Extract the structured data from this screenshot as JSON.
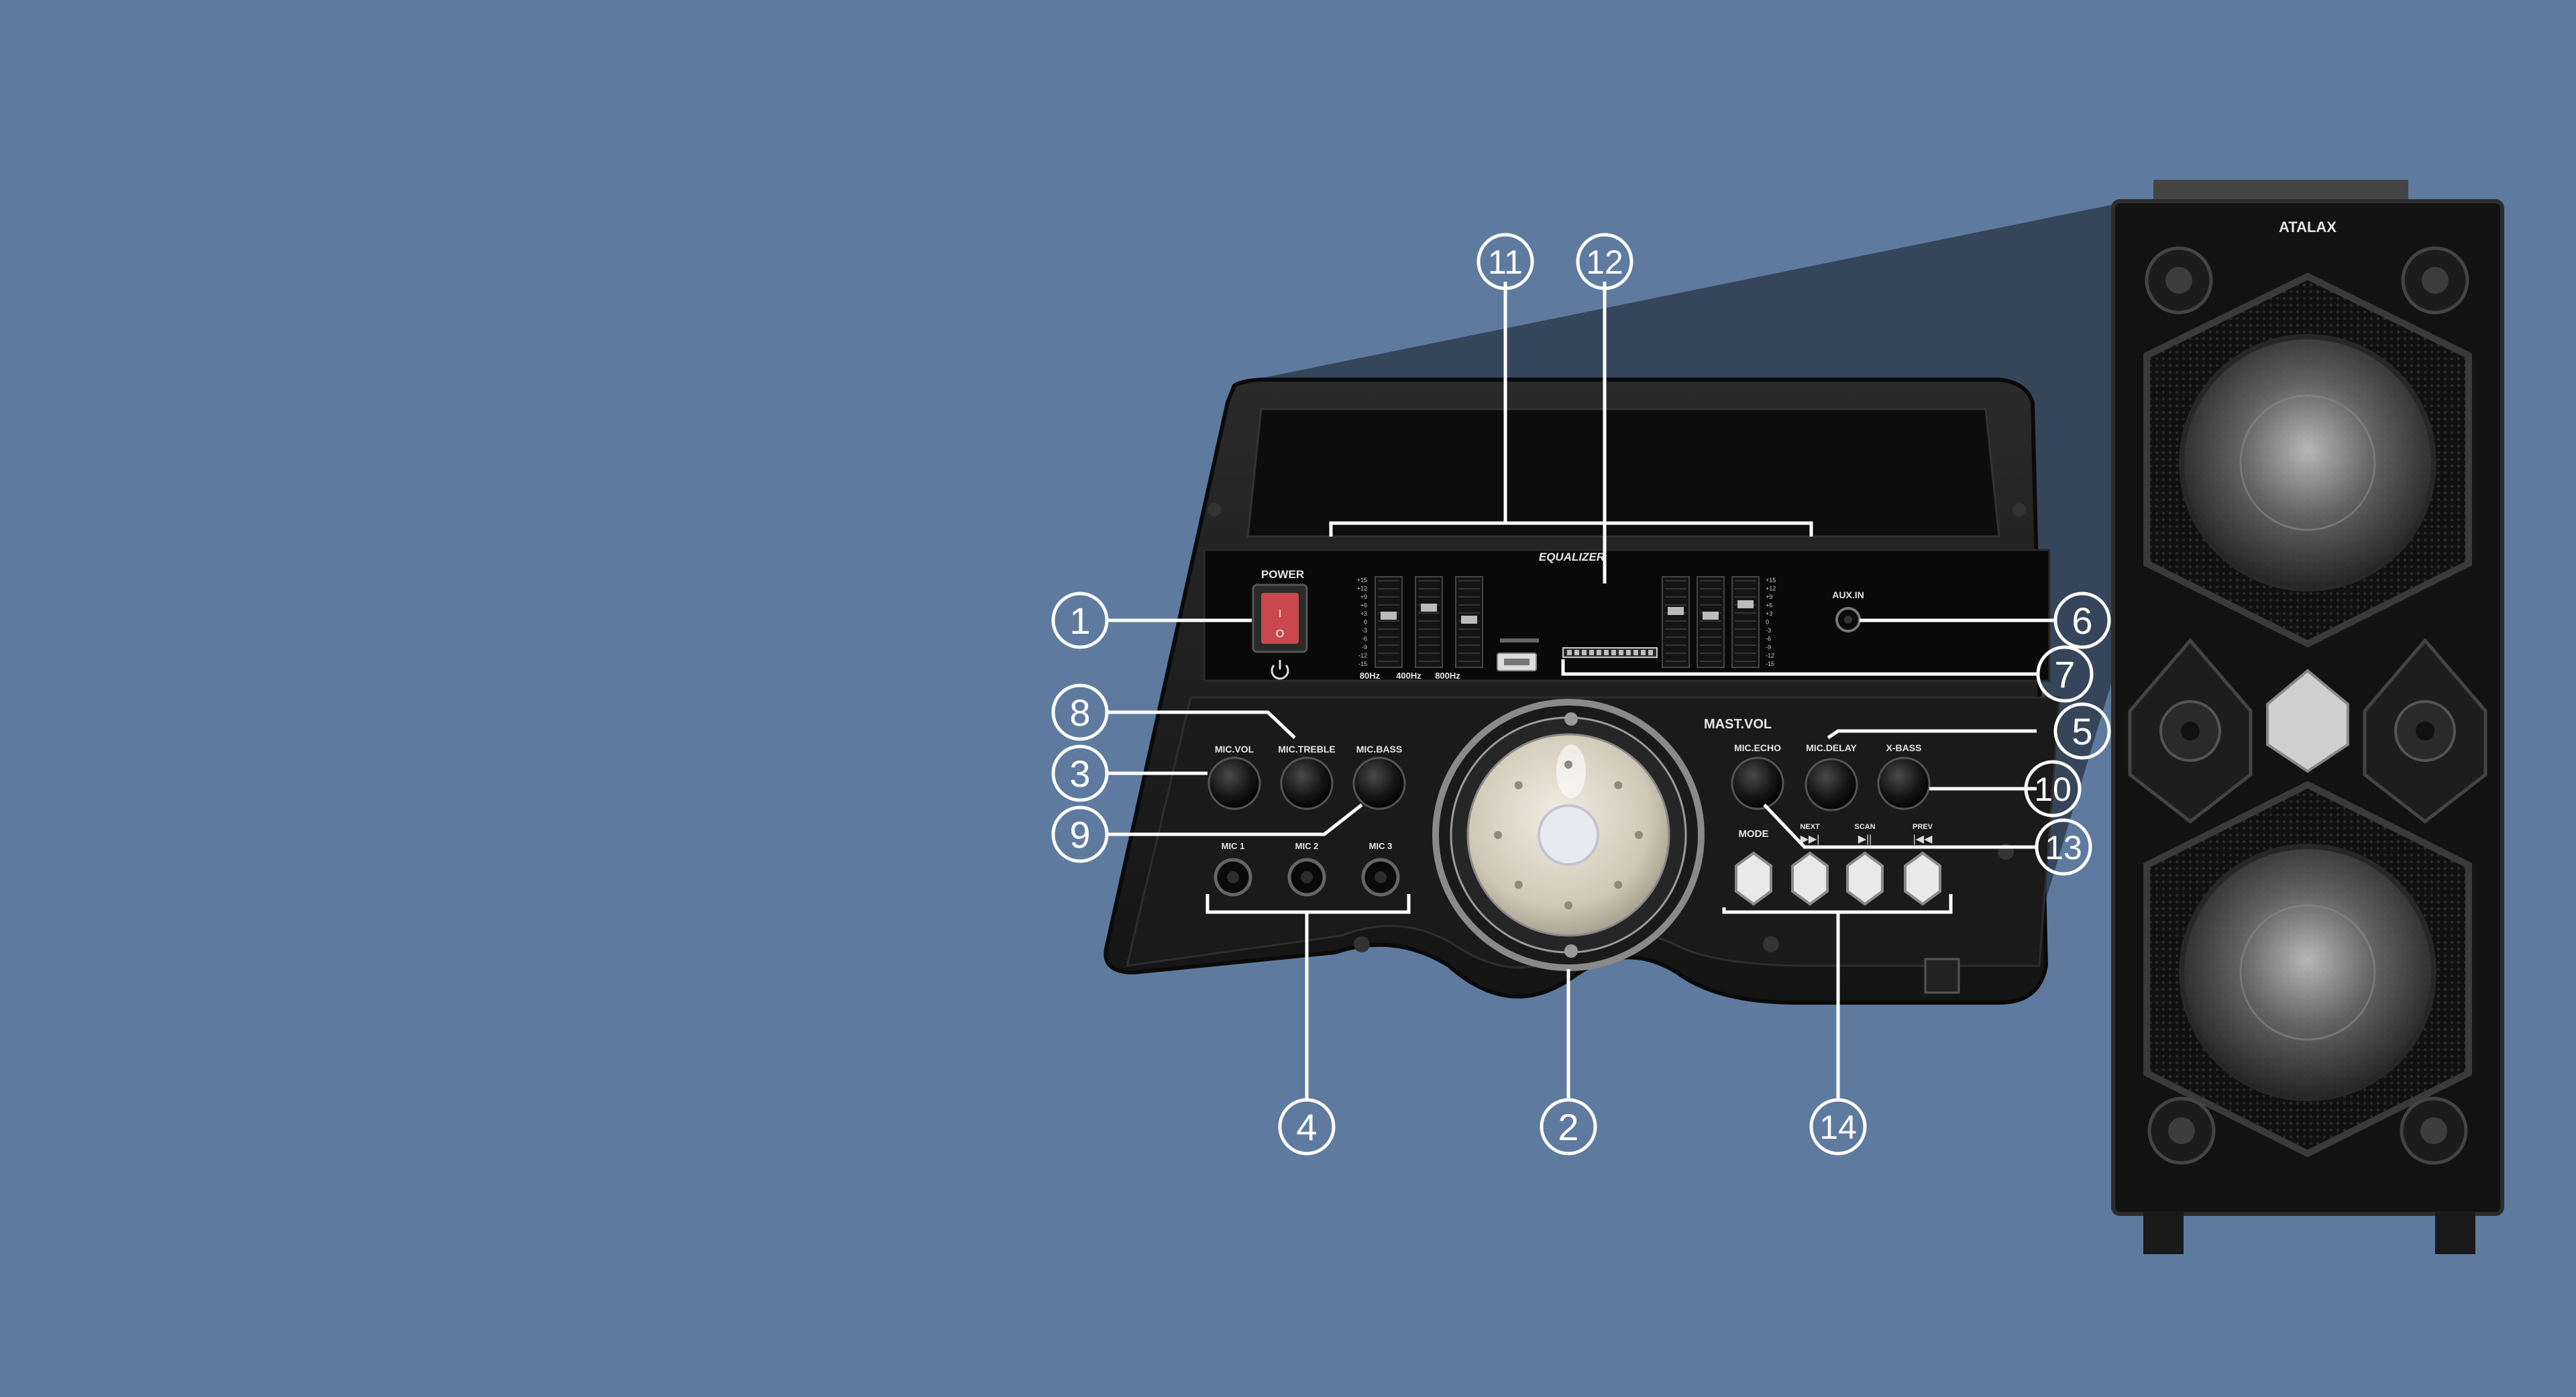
{
  "colors": {
    "background": "#5e7b9f",
    "shadow": "#2f3d4e",
    "panel": "#1c1c1c",
    "callout_stroke": "#ffffff",
    "power_switch": "#c8484d"
  },
  "panel": {
    "power_label": "POWER",
    "equalizer_label": "EQUALIZER",
    "aux_label": "AUX.IN",
    "master_vol_label": "MAST.VOL",
    "knobs": {
      "mic_vol": "MIC.VOL",
      "mic_treble": "MIC.TREBLE",
      "mic_bass": "MIC.BASS",
      "mic_echo": "MIC.ECHO",
      "mic_delay": "MIC.DELAY",
      "x_bass": "X-BASS"
    },
    "mic_jacks": [
      "MIC 1",
      "MIC 2",
      "MIC 3"
    ],
    "mode_label": "MODE",
    "next_label": "NEXT",
    "scan_label": "SCAN",
    "prev_label": "PREV",
    "eq_bands_left": [
      "80Hz",
      "400Hz",
      "800Hz"
    ],
    "eq_scale": [
      "+15",
      "+12",
      "+9",
      "+6",
      "+3",
      "0",
      "-3",
      "-6",
      "-9",
      "-12",
      "-15"
    ]
  },
  "speaker": {
    "brand": "ATALAX"
  },
  "callouts": {
    "c1": "1",
    "c2": "2",
    "c3": "3",
    "c4": "4",
    "c5": "5",
    "c6": "6",
    "c7": "7",
    "c8": "8",
    "c9": "9",
    "c10": "10",
    "c11": "11",
    "c12": "12",
    "c13": "13",
    "c14": "14"
  }
}
